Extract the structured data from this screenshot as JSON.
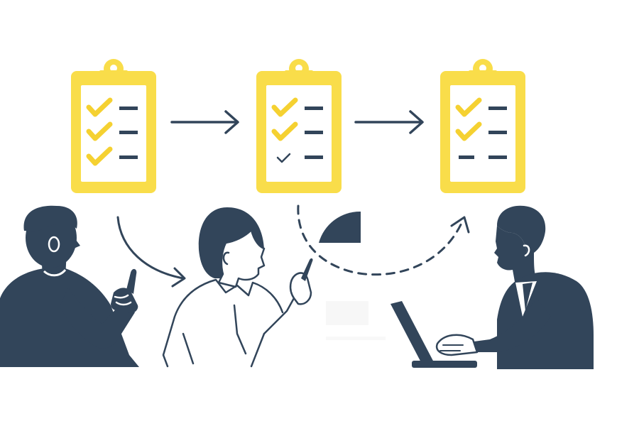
{
  "palette": {
    "clipboard": "#f9dd4a",
    "check": "#f5d131",
    "navy": "#32455a",
    "background": "#ffffff"
  },
  "clipboards": [
    {
      "id": "step-1",
      "items": [
        "done",
        "done",
        "done"
      ]
    },
    {
      "id": "step-2",
      "items": [
        "done",
        "done",
        "light"
      ]
    },
    {
      "id": "step-3",
      "items": [
        "done",
        "done",
        "pending"
      ]
    }
  ],
  "people": [
    {
      "role": "man-pointing",
      "style": "filled"
    },
    {
      "role": "woman-with-pen",
      "style": "outline"
    },
    {
      "role": "man-at-laptop",
      "style": "filled"
    }
  ],
  "icons": [
    "clipboard-icon",
    "check-icon",
    "arrow-right-icon",
    "curved-arrow-icon",
    "pie-segment-icon",
    "laptop-icon"
  ]
}
